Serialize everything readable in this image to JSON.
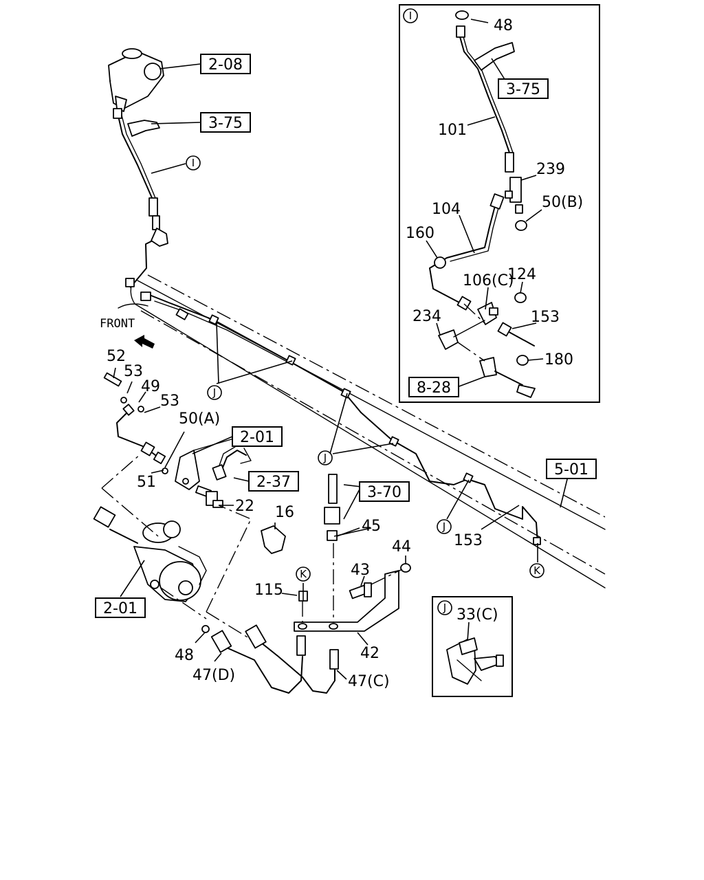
{
  "front_label": "FRONT",
  "ref_boxes": [
    "2-08",
    "3-75",
    "2-01",
    "2-37",
    "3-70",
    "5-01",
    "2-01",
    "3-75",
    "8-28"
  ],
  "circle_refs": [
    "I",
    "J",
    "J",
    "J",
    "K",
    "K",
    "I",
    "J"
  ],
  "part_numbers": [
    "52",
    "53",
    "49",
    "53",
    "50(A)",
    "51",
    "22",
    "16",
    "45",
    "44",
    "43",
    "115",
    "42",
    "48",
    "47(D)",
    "47(C)",
    "153",
    "48",
    "101",
    "239",
    "50(B)",
    "104",
    "160",
    "124",
    "106(C)",
    "234",
    "153",
    "180",
    "33(C)"
  ]
}
